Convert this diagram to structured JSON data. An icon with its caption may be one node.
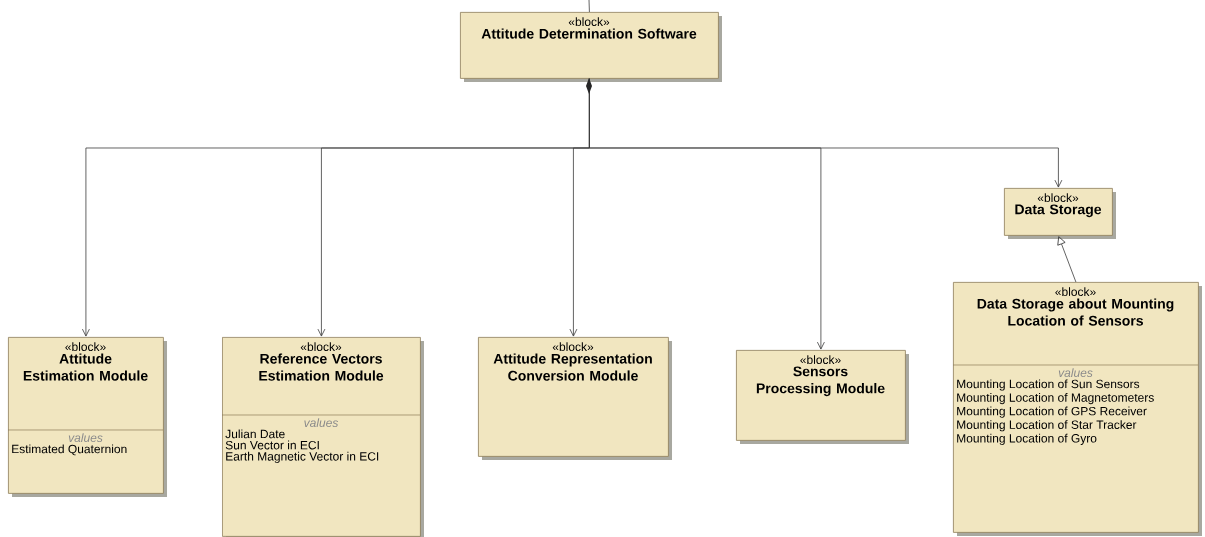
{
  "diagram": {
    "nodes": [
      {
        "text": [
          "«block»",
          "Attitude Determination Software"
        ]
      },
      {
        "text": [
          "«block»",
          "Attitude Estimation Module",
          "values",
          "Estimated Quaternion"
        ]
      },
      {
        "text": [
          "«block»",
          "Reference Vectors Estimation Module",
          "values",
          "Julian Date",
          "Sun Vector in ECI",
          "Earth Magnetic Vector in ECI"
        ]
      },
      {
        "text": [
          "«block»",
          "Attitude Representation Conversion Module"
        ]
      },
      {
        "text": [
          "«block»",
          "Sensors Processing Module"
        ]
      },
      {
        "text": [
          "«block»",
          "Data Storage"
        ]
      },
      {
        "text": [
          "«block»",
          "Data Storage about Mounting Location of Sensors",
          "values",
          "Mounting Location of Sun Sensors",
          "Mounting Location of Magnetometers",
          "Mounting Location of GPS Receiver",
          "Mounting Location of Star Tracker",
          "Mounting Location of Gyro"
        ]
      }
    ],
    "edges": [
      {
        "from": null,
        "to": 0,
        "arrow": "none"
      },
      {
        "from": 0,
        "to": 1,
        "arrow": "to"
      },
      {
        "from": 0,
        "to": 2,
        "arrow": "to"
      },
      {
        "from": 0,
        "to": 3,
        "arrow": "to"
      },
      {
        "from": 0,
        "to": 4,
        "arrow": "to"
      },
      {
        "from": 0,
        "to": 5,
        "arrow": "to"
      },
      {
        "from": 6,
        "to": 5,
        "arrow": "to"
      }
    ]
  }
}
